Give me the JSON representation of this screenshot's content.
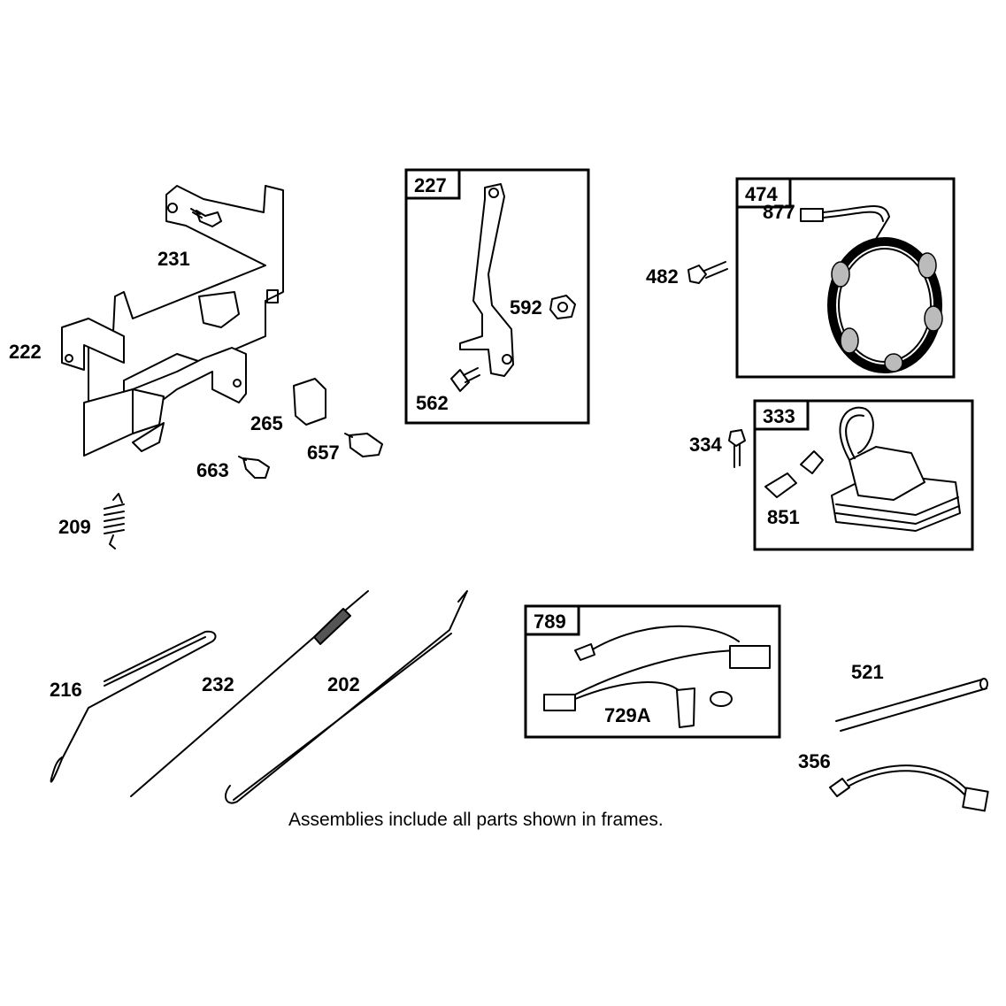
{
  "caption": "Assemblies include all parts shown in frames.",
  "parts": {
    "p222": "222",
    "p231": "231",
    "p265": "265",
    "p657": "657",
    "p663": "663",
    "p209": "209",
    "p227": "227",
    "p592": "592",
    "p562": "562",
    "p474": "474",
    "p877": "877",
    "p482": "482",
    "p333": "333",
    "p334": "334",
    "p851": "851",
    "p216": "216",
    "p232": "232",
    "p202": "202",
    "p789": "789",
    "p729A": "729A",
    "p521": "521",
    "p356": "356"
  }
}
